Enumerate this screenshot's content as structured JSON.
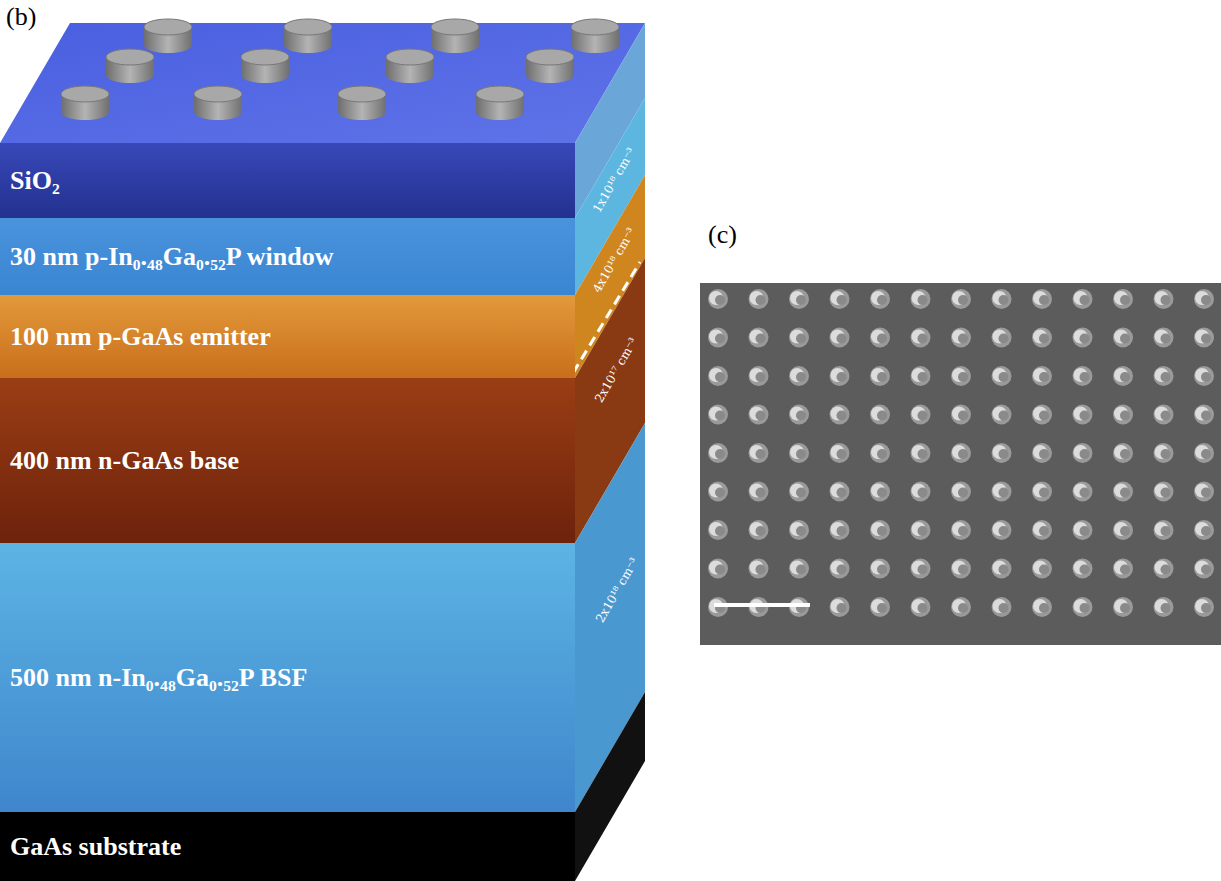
{
  "diagram": {
    "nodes": [
      {
        "text": [
          "SiO₂"
        ]
      },
      {
        "text": [
          "30 nm p-In₀.₄₈Ga₀.₅₂P window"
        ]
      },
      {
        "text": [
          "100 nm p-GaAs emitter"
        ]
      },
      {
        "text": [
          "400 nm n-GaAs base"
        ]
      },
      {
        "text": [
          "500 nm n-In₀.₄₈Ga₀.₅₂P BSF"
        ]
      },
      {
        "text": [
          "GaAs substrate"
        ]
      }
    ],
    "edges": [],
    "labels": [
      "(b)",
      "1x10¹⁸ cm⁻³",
      "4x10¹⁸ cm⁻³",
      "2x10¹⁷ cm⁻³",
      "2x10¹⁸ cm⁻³",
      "(c)"
    ]
  }
}
